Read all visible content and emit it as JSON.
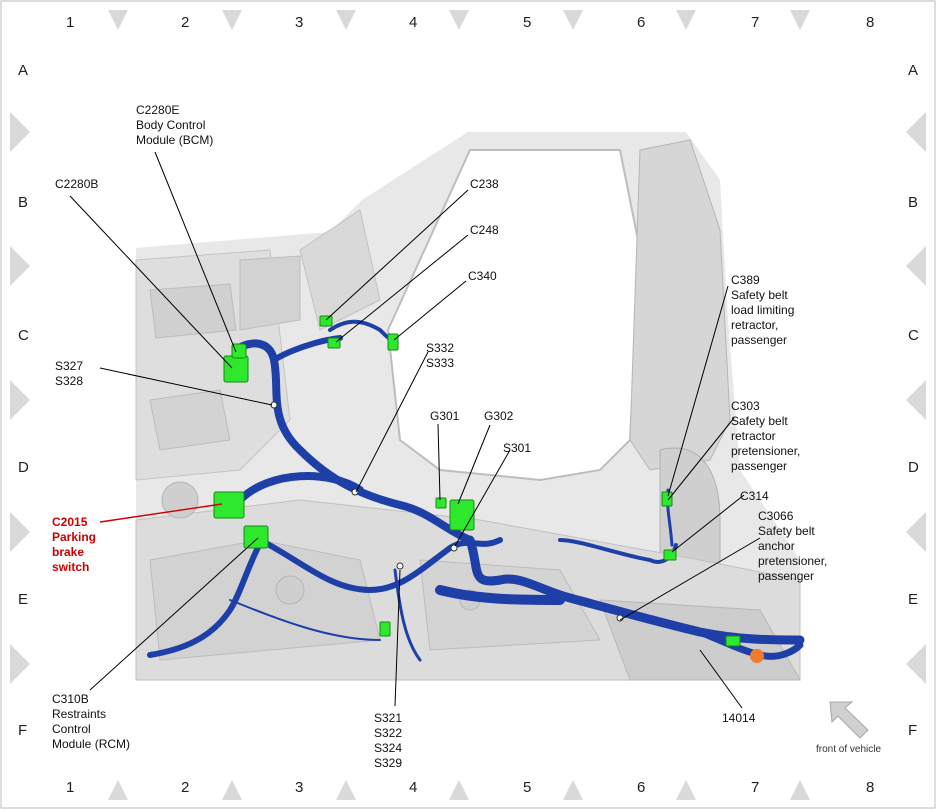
{
  "grid": {
    "columns": [
      "1",
      "2",
      "3",
      "4",
      "5",
      "6",
      "7",
      "8"
    ],
    "rows": [
      "A",
      "B",
      "C",
      "D",
      "E",
      "F"
    ]
  },
  "labels": {
    "c2280e": [
      "C2280E",
      "Body Control",
      "Module (BCM)"
    ],
    "c2280b": [
      "C2280B"
    ],
    "c238": [
      "C238"
    ],
    "c248": [
      "C248"
    ],
    "c340": [
      "C340"
    ],
    "s327": [
      "S327",
      "S328"
    ],
    "s332": [
      "S332",
      "S333"
    ],
    "g301": [
      "G301"
    ],
    "g302": [
      "G302"
    ],
    "s301": [
      "S301"
    ],
    "c2015": [
      "C2015",
      "Parking",
      "brake",
      "switch"
    ],
    "c310b": [
      "C310B",
      "Restraints",
      "Control",
      "Module (RCM)"
    ],
    "s321": [
      "S321",
      "S322",
      "S324",
      "S329"
    ],
    "c389": [
      "C389",
      "Safety belt",
      "load limiting",
      "retractor,",
      "passenger"
    ],
    "c303": [
      "C303",
      "Safety belt",
      "retractor",
      "pretensioner,",
      "passenger"
    ],
    "c314": [
      "C314"
    ],
    "c3066": [
      "C3066",
      "Safety belt",
      "anchor",
      "pretensioner,",
      "passenger"
    ],
    "n14014": [
      "14014"
    ]
  },
  "front_of_vehicle": "front of vehicle",
  "colors": {
    "harness": "#1f3fa8",
    "connector": "#2ee82e",
    "highlight_label": "#d00000",
    "body": "#e6e6e6"
  }
}
